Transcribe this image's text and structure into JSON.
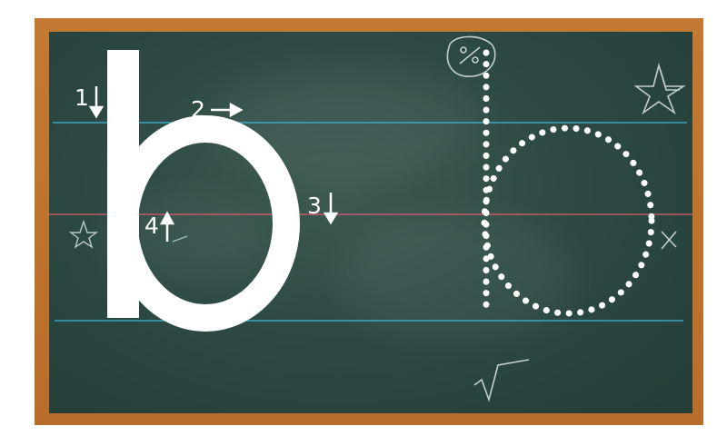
{
  "lesson": {
    "letter": "b",
    "strokes": [
      {
        "number": "1",
        "direction": "down"
      },
      {
        "number": "2",
        "direction": "right"
      },
      {
        "number": "3",
        "direction": "down"
      },
      {
        "number": "4",
        "direction": "up"
      }
    ]
  },
  "colors": {
    "frame": "#b86e2a",
    "board": "#2d4a44",
    "guide_line": "#3fb6d6",
    "mid_line": "#e05a6a",
    "chalk": "#ffffff"
  },
  "doodles": [
    "percent-sketch",
    "star-sketch",
    "square-root-sketch",
    "cross-sketch"
  ]
}
